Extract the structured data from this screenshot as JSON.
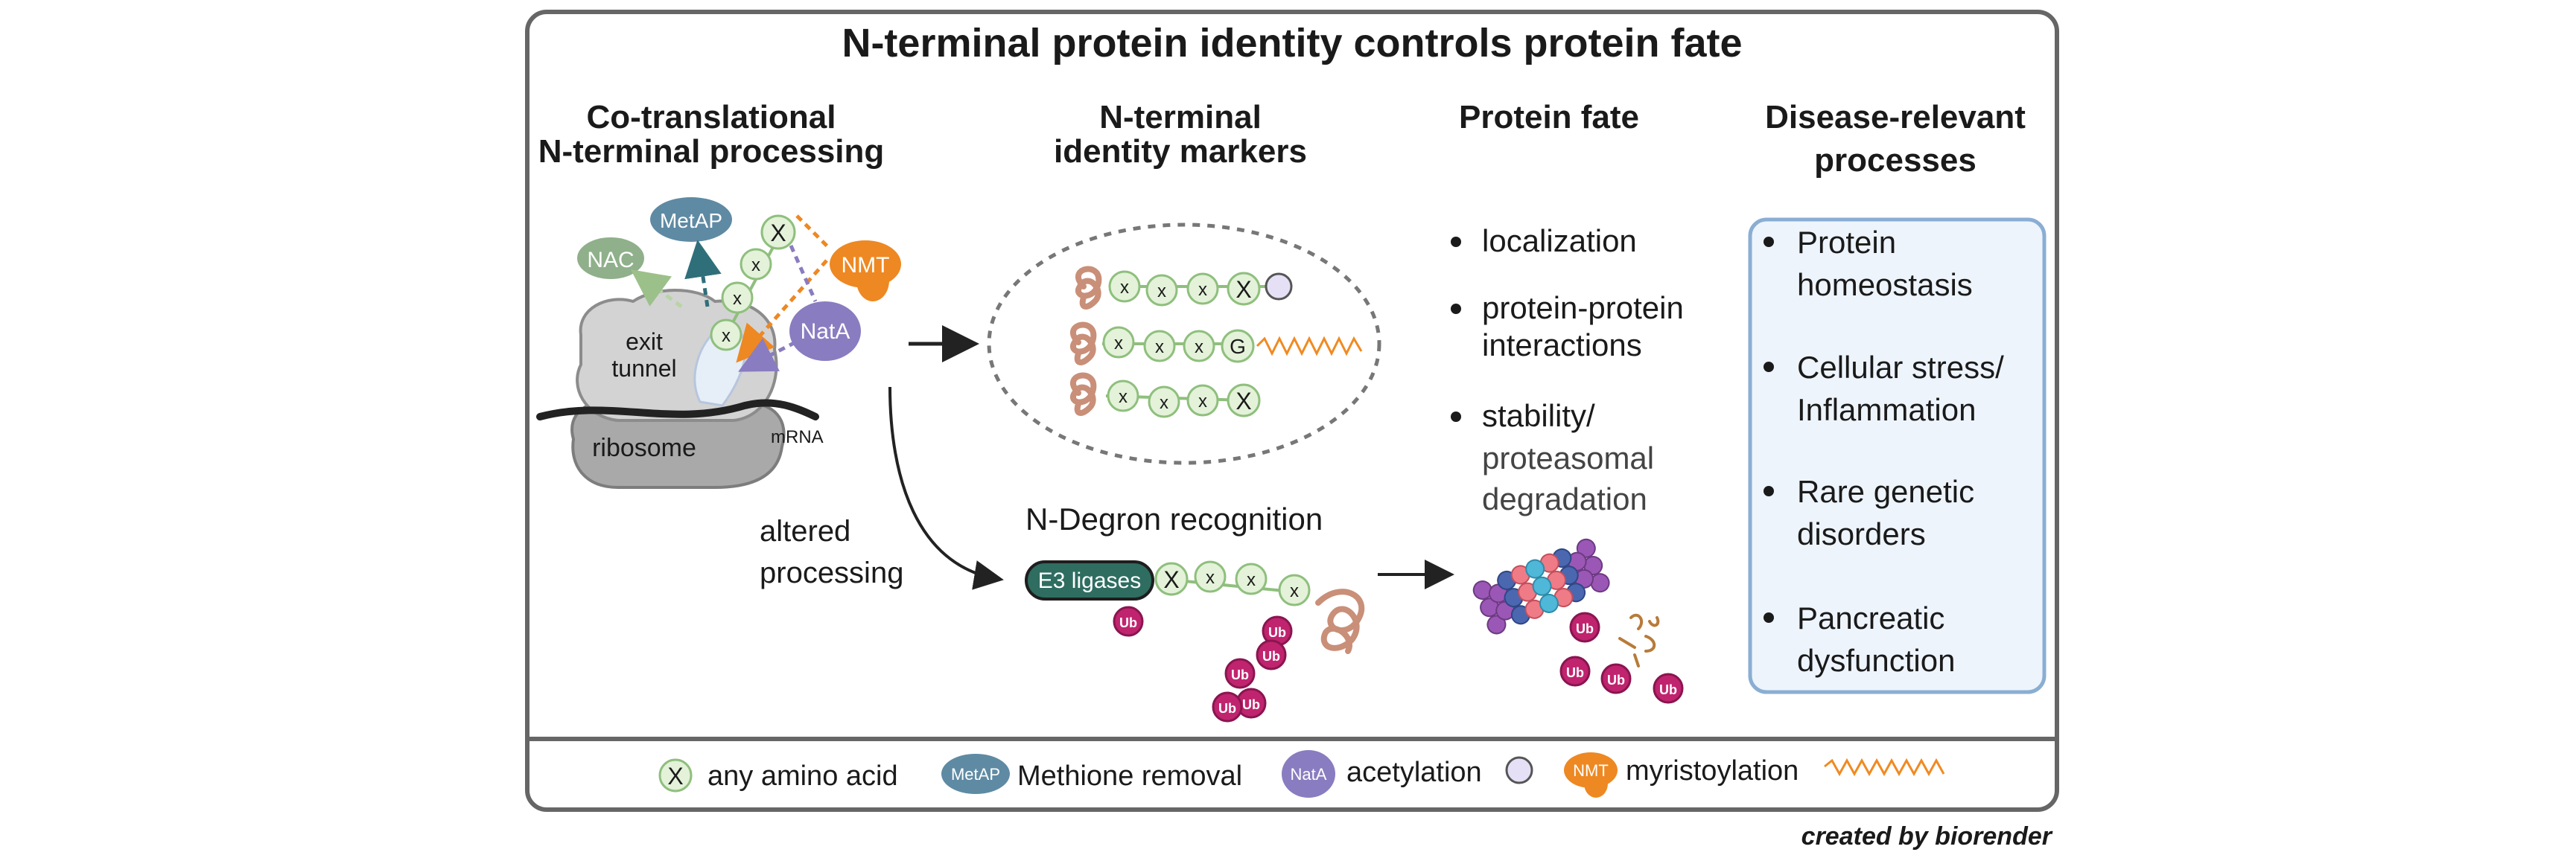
{
  "title": "N-terminal protein identity controls protein fate",
  "columns": {
    "processing": {
      "line1": "Co-translational",
      "line2": "N-terminal processing"
    },
    "markers": {
      "line1": "N-terminal",
      "line2": "identity markers"
    },
    "fate": {
      "title": "Protein fate"
    },
    "disease": {
      "line1": "Disease-relevant",
      "line2": "processes"
    }
  },
  "ribosome": {
    "exit_line1": "exit",
    "exit_line2": "tunnel",
    "ribosome": "ribosome",
    "mrna": "mRNA",
    "nac": "NAC",
    "metap": "MetAP",
    "nmt": "NMT",
    "nata": "NatA",
    "chain_x_small": "x",
    "chain_x_big": "X"
  },
  "markers_chains": {
    "x": "x",
    "X": "X",
    "G": "G"
  },
  "altered": {
    "line1": "altered",
    "line2": "processing"
  },
  "ndegron": {
    "title": "N-Degron recognition",
    "e3": "E3 ligases",
    "ub": "Ub"
  },
  "fate_items": [
    {
      "l1": "localization",
      "l2": ""
    },
    {
      "l1": "protein-protein",
      "l2": "interactions"
    },
    {
      "l1": "stability/",
      "l2": "proteasomal",
      "l3": "degradation"
    }
  ],
  "disease_items": [
    {
      "l1": "Protein",
      "l2": "homeostasis"
    },
    {
      "l1": "Cellular stress/",
      "l2": "Inflammation"
    },
    {
      "l1": "Rare genetic",
      "l2": "disorders"
    },
    {
      "l1": "Pancreatic",
      "l2": "dysfunction"
    }
  ],
  "legend": {
    "x_symbol": "X",
    "any_amino_acid": "any amino acid",
    "metap_badge": "MetAP",
    "methione_removal": "Methione removal",
    "nata_badge": "NatA",
    "acetylation": "acetylation",
    "nmt_badge": "NMT",
    "myristoylation": "myristoylation"
  },
  "credit": "created by biorender",
  "colors": {
    "frame": "#666666",
    "nac": "#8fb08a",
    "metap": "#5f8aa3",
    "nmt": "#ee8822",
    "nata": "#8a7cc0",
    "bead_fill": "#e3f2d9",
    "bead_stroke": "#8fbf7d",
    "ub": "#c0246e",
    "e3": "#2f6d61",
    "disease_box_fill": "#eef4fc",
    "disease_box_stroke": "#8aaed3",
    "myristoyl": "#f08a22",
    "protein": "#c98f78"
  }
}
